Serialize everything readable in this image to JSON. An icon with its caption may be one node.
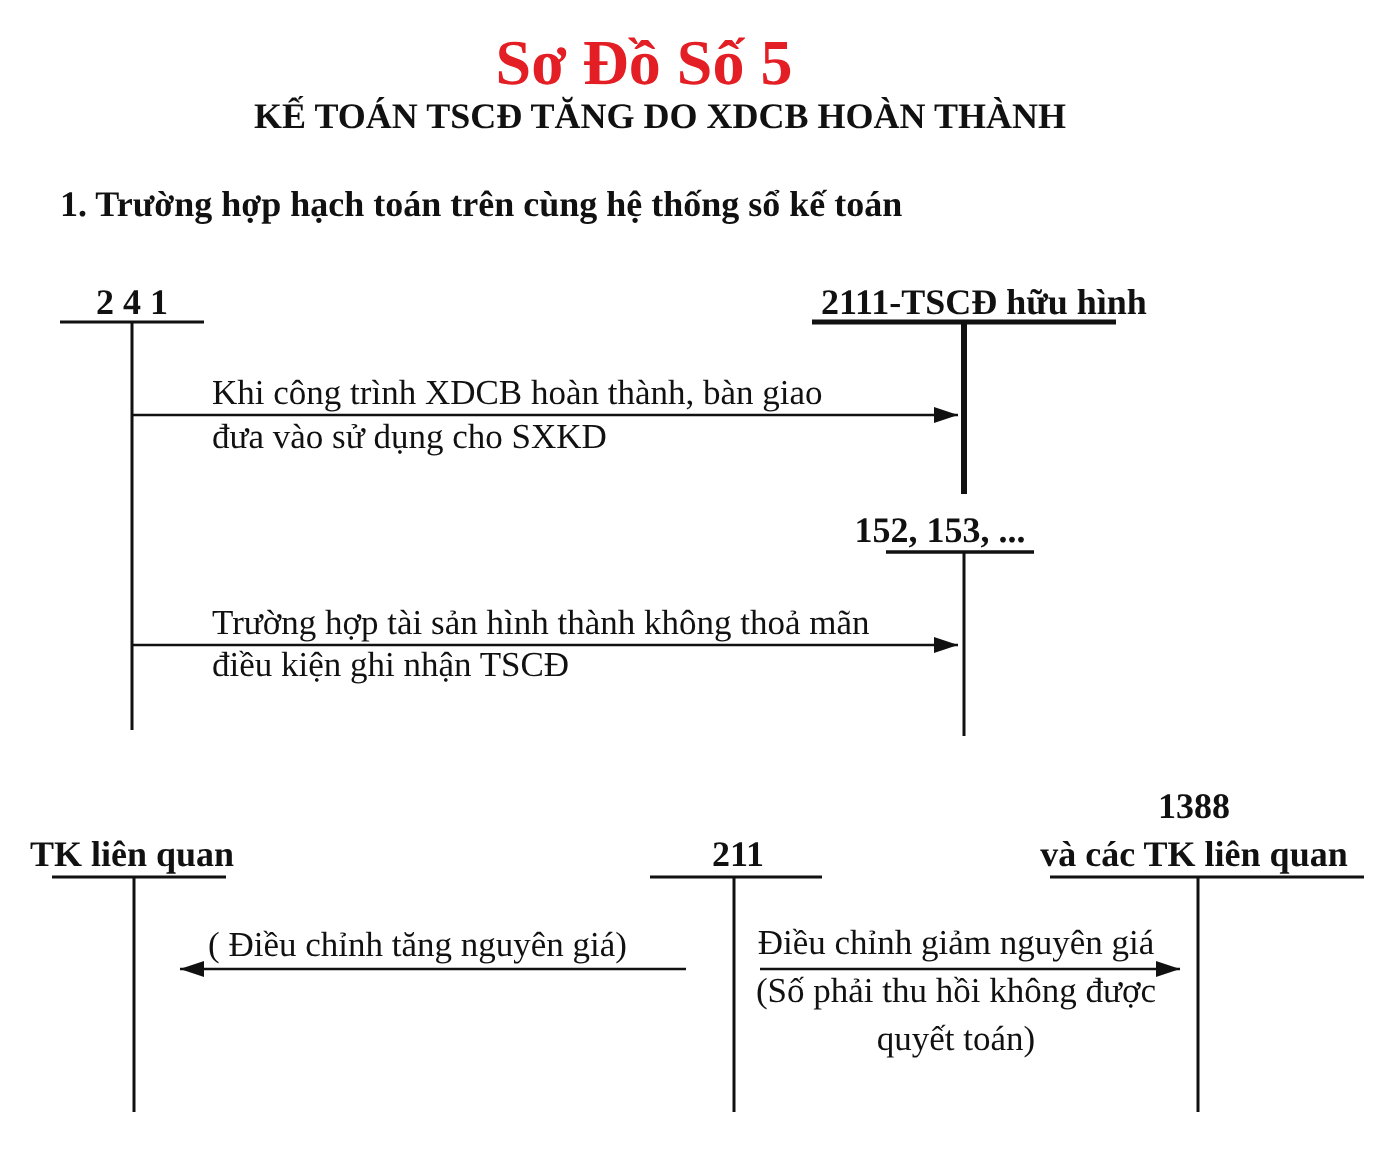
{
  "diagram": {
    "title": "Sơ Đồ Số 5",
    "nodes": [
      {
        "text": [
          "2 4 1"
        ]
      },
      {
        "text": [
          "2111-TSCĐ hữu hình"
        ]
      },
      {
        "text": [
          "152, 153, ..."
        ]
      },
      {
        "text": [
          "TK liên quan"
        ]
      },
      {
        "text": [
          "211"
        ]
      },
      {
        "text": [
          "1388",
          "và các TK liên quan"
        ]
      }
    ],
    "edges": [
      {
        "from": 0,
        "to": 1,
        "arrow": "to",
        "label": "Khi công trình XDCB hoàn thành, bàn giao đưa vào sử dụng cho SXKD"
      },
      {
        "from": 0,
        "to": 2,
        "arrow": "to",
        "label": "Trường hợp tài sản hình thành không thoả mãn điều kiện ghi nhận TSCĐ"
      },
      {
        "from": 4,
        "to": 3,
        "arrow": "to",
        "label": "( Điều chỉnh tăng nguyên giá)"
      },
      {
        "from": 4,
        "to": 5,
        "arrow": "to",
        "label": "Điều chỉnh giảm nguyên giá (Số phải thu hồi không được quyết toán)"
      }
    ],
    "labels": [
      "KẾ TOÁN TSCĐ TĂNG DO XDCB HOÀN THÀNH",
      "1. Trường hợp hạch toán trên cùng hệ thống sổ kế toán"
    ]
  }
}
